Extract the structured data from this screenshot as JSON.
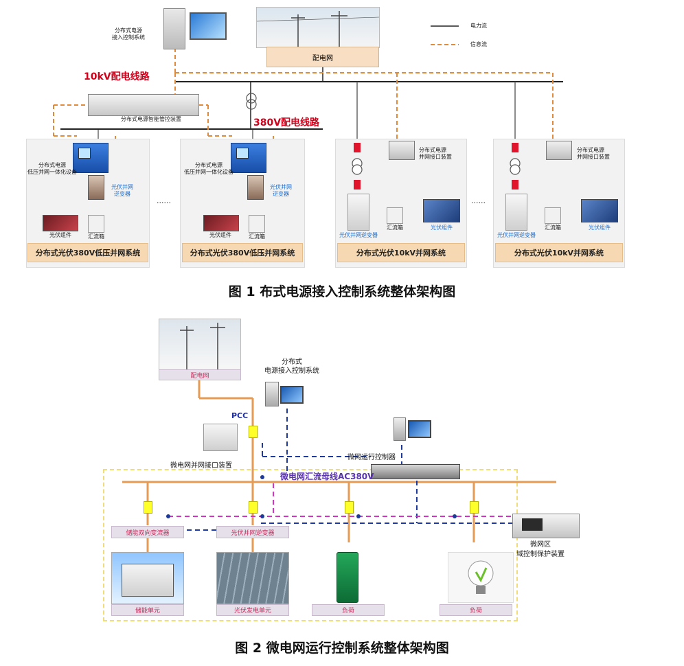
{
  "fig1": {
    "legend": {
      "power": "电力流",
      "info": "信息流"
    },
    "top_system": "分布式电源\n接入控制系统",
    "grid": "配电网",
    "line_10kv": "10kV配电线路",
    "line_380v": "380V配电线路",
    "smart_device": "分布式电源智能管控装置",
    "integrated_device": "分布式电源\n低压并网一体化设备",
    "pv_inverter": "光伏并网\n逆变器",
    "pv_module": "光伏组件",
    "combiner": "汇流箱",
    "interface_device": "分布式电源\n并网接口装置",
    "inverter_10kv": "光伏并网逆变器",
    "ellipsis": "......",
    "sys_380v_a": "分布式光伏380V低压并网系统",
    "sys_380v_b": "分布式光伏380V低压并网系统",
    "sys_10kv_a": "分布式光伏10kV并网系统",
    "sys_10kv_b": "分布式光伏10kV并网系统",
    "caption": "图 1 布式电源接入控制系统整体架构图"
  },
  "fig2": {
    "grid": "配电网",
    "access_system": "分布式\n电源接入控制系统",
    "pcc": "PCC",
    "interface_device": "微电网并网接口装置",
    "controller": "微网运行控制器",
    "bus": "微电网汇流母线AC380V",
    "storage_converter": "储能双向变流器",
    "pv_inverter": "光伏并网逆变器",
    "area_protection": "微网区\n域控制保护装置",
    "storage_unit": "储能单元",
    "pv_unit": "光伏发电单元",
    "load1": "负荷",
    "load2": "负荷",
    "caption": "图 2 微电网运行控制系统整体架构图"
  },
  "colors": {
    "power": "#222222",
    "info": "#e08a3c",
    "bus": "#e59b54",
    "magenta": "#d430c8",
    "navy": "#1d3a9a"
  }
}
